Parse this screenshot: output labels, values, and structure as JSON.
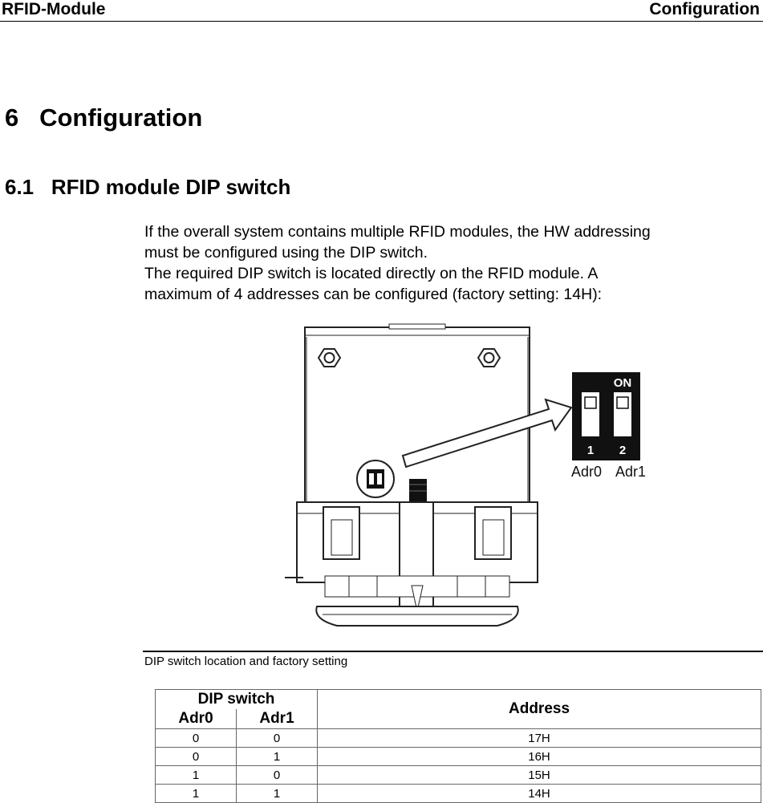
{
  "header": {
    "left": "RFID-Module",
    "right": "Configuration"
  },
  "chapter": {
    "number": "6",
    "title": "Configuration"
  },
  "section": {
    "number": "6.1",
    "title": "RFID module DIP switch"
  },
  "paragraph": {
    "lines": [
      "If the overall system contains multiple RFID modules, the HW addressing",
      "must be configured using the DIP switch.",
      "The required DIP switch is located directly on the RFID module. A",
      "maximum of 4 addresses can be configured (factory setting: 14H):"
    ]
  },
  "figure": {
    "on_label": "ON",
    "switch_numbers": [
      "1",
      "2"
    ],
    "switch_names": [
      "Adr0",
      "Adr1"
    ],
    "caption": "DIP switch location and factory setting"
  },
  "table": {
    "group_header": "DIP switch",
    "col_headers": [
      "Adr0",
      "Adr1",
      "Address"
    ],
    "rows": [
      [
        "0",
        "0",
        "17H"
      ],
      [
        "0",
        "1",
        "16H"
      ],
      [
        "1",
        "0",
        "15H"
      ],
      [
        "1",
        "1",
        "14H"
      ]
    ]
  }
}
